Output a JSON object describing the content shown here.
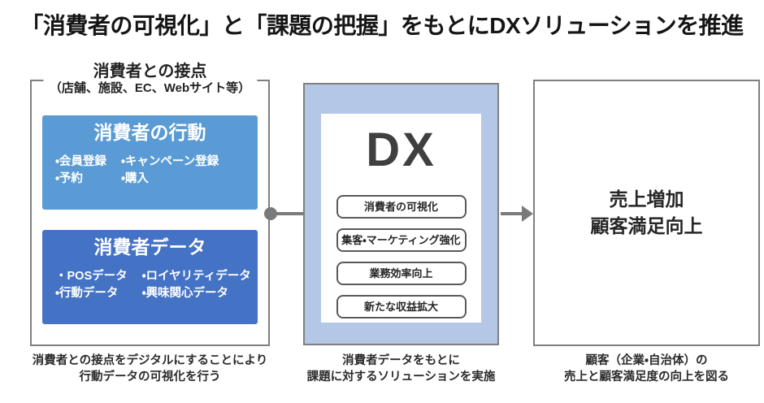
{
  "title": "「消費者の可視化」と「課題の把握」をもとにDXソリューションを推進",
  "colors": {
    "action_box": "#5B9BD5",
    "data_box": "#4472C4",
    "dx_panel": "#B4C7E7",
    "frame_border": "#7F7F7F",
    "connector": "#7A7A7A",
    "text_dark": "#262626",
    "dx_text": "#3F3F3F"
  },
  "left_panel": {
    "header": {
      "line1": "消費者との接点",
      "line2": "（店舗、施設、EC、Webサイト等）"
    },
    "action_box": {
      "title": "消費者の行動",
      "items": [
        "・会員登録",
        "・キャンペーン登録",
        "・予約",
        "・購入"
      ]
    },
    "data_box": {
      "title": "消費者データ",
      "items": [
        "・POSデータ",
        "・ロイヤリティデータ",
        "・行動データ",
        "・興味関心データ"
      ]
    },
    "caption": {
      "line1": "消費者との接点をデジタルにすることにより",
      "line2": "行動データの可視化を行う"
    }
  },
  "dx_panel": {
    "title": "DX",
    "pills": [
      "消費者の可視化",
      "集客・マーケティング強化",
      "業務効率向上",
      "新たな収益拡大"
    ],
    "caption": {
      "line1": "消費者データをもとに",
      "line2": "課題に対するソリューションを実施"
    }
  },
  "result_panel": {
    "line1": "売上増加",
    "line2": "顧客満足向上",
    "caption": {
      "line1": "顧客（企業・自治体）の",
      "line2": "売上と顧客満足度の向上を図る"
    }
  }
}
